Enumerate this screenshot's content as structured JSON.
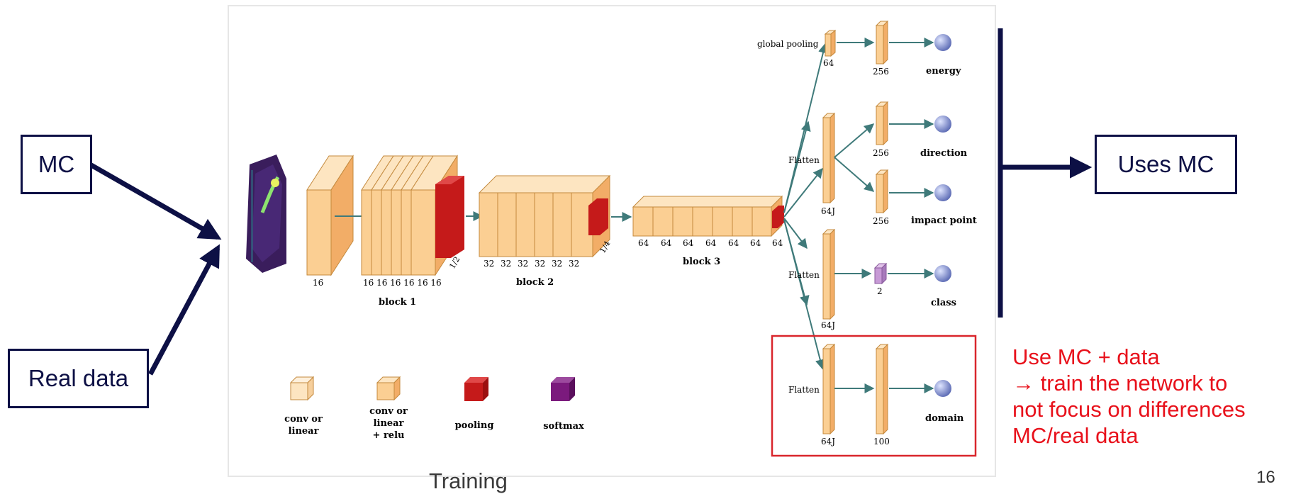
{
  "boxes": {
    "mc": "MC",
    "real_data": "Real data",
    "uses_mc": "Uses MC"
  },
  "note": {
    "line1": "Use MC + data",
    "line2": "→ train the network to",
    "line3": "not focus on differences",
    "line4": "MC/real data"
  },
  "caption": "Training",
  "page_number": "16",
  "network": {
    "input_label": "16",
    "block1": {
      "sizes": "16 16 16 16 16 16",
      "title": "block 1",
      "pool": "1/2"
    },
    "block2": {
      "sizes": [
        "32",
        "32",
        "32",
        "32",
        "32",
        "32"
      ],
      "title": "block 2",
      "pool": "1/4"
    },
    "block3": {
      "sizes": [
        "64",
        "64",
        "64",
        "64",
        "64",
        "64",
        "64"
      ],
      "title": "block 3"
    },
    "heads": {
      "global_pooling": "global pooling",
      "gp_size": "64",
      "energy_size": "256",
      "energy": "energy",
      "flatten": "Flatten",
      "flatten_size": "64J",
      "direction_size": "256",
      "direction": "direction",
      "impact_size": "256",
      "impact": "impact point",
      "class_size": "2",
      "class": "class",
      "domain_size": "100",
      "domain": "domain"
    },
    "legend": {
      "conv": [
        "conv or",
        "linear"
      ],
      "conv_relu": [
        "conv or",
        "linear",
        "+ relu"
      ],
      "pooling": "pooling",
      "softmax": "softmax"
    }
  },
  "colors": {
    "navy": "#0d1045",
    "red_note": "#e8111b",
    "layer_fill": "#fcd9a8",
    "layer_dark": "#f4b874",
    "pool": "#c51a1a",
    "softmax": "#7b1a7d",
    "class_layer": "#c79ad6",
    "teal_arrow": "#3f7a7a",
    "node": "#7f8fcf"
  }
}
